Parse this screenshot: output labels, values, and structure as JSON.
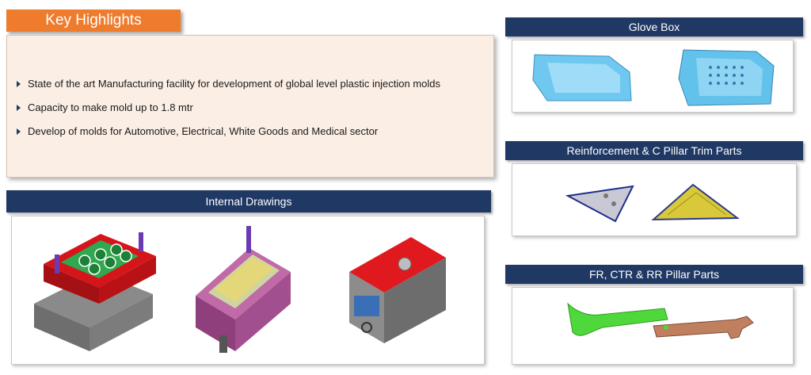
{
  "title": "Key Highlights",
  "highlights": [
    "State of the art Manufacturing facility for development of global level plastic injection molds",
    "Capacity to make mold up to 1.8 mtr",
    "Develop of molds for Automotive, Electrical, White Goods and Medical sector"
  ],
  "sections": {
    "internal_drawings": "Internal Drawings",
    "glove_box": "Glove Box",
    "reinforcement": "Reinforcement & C Pillar Trim Parts",
    "pillar_parts": "FR, CTR & RR Pillar Parts"
  },
  "colors": {
    "accent_orange": "#ef7b2d",
    "header_navy": "#1f3864",
    "highlight_bg": "#fbeee4"
  },
  "icons": [
    "bullet-arrow-icon"
  ]
}
